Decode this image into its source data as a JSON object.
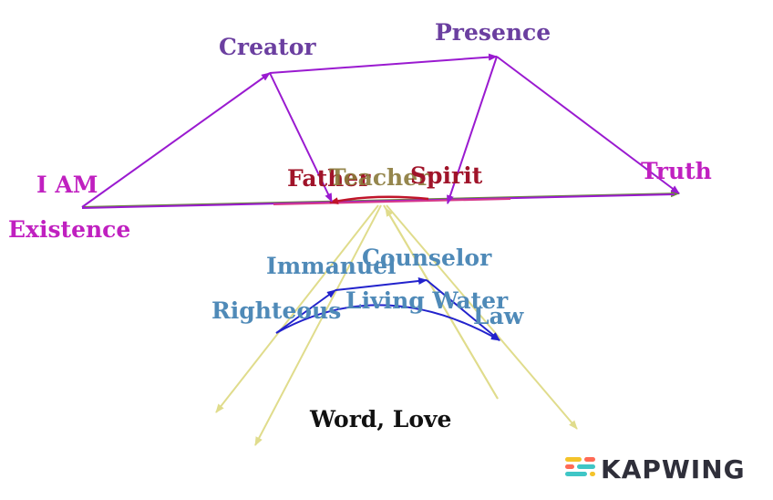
{
  "colors": {
    "purple_label": "#6b3fa0",
    "magenta_label": "#c020c0",
    "red_label": "#a0142a",
    "olive_label": "#8a7a3a",
    "blue_label": "#4f8ab8",
    "black_label": "#111111",
    "arrow_purple": "#9a1ad0",
    "arrow_blue": "#2222cc",
    "arrow_yellow": "#e0dc8c",
    "arrow_green": "#6a8a3a",
    "logo_dark": "#2f2f3a"
  },
  "nodes": {
    "creator": "Creator",
    "presence": "Presence",
    "i_am": "I AM",
    "existence": "Existence",
    "father": "Father",
    "teacher": "Teacher",
    "spirit": "Spirit",
    "truth": "Truth",
    "immanuel": "Immanuel",
    "counselor": "Counselor",
    "righteous": "Righteous",
    "living_water": "Living Water",
    "law": "Law",
    "word_love": "Word, Love"
  },
  "watermark": {
    "text": "KAPWING",
    "icon": "kapwing-logo-icon"
  }
}
